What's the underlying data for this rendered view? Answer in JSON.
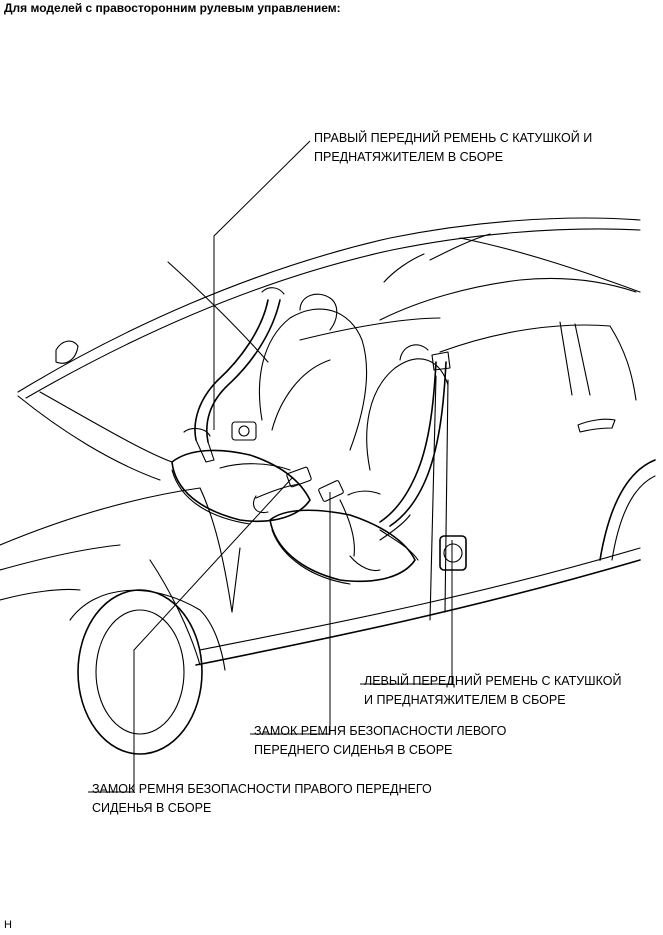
{
  "heading": "Для моделей с правосторонним рулевым управлением:",
  "callouts": {
    "rh_retractor": [
      "ПРАВЫЙ ПЕРЕДНИЙ РЕМЕНЬ С КАТУШКОЙ И",
      "ПРЕДНАТЯЖИТЕЛЕМ В СБОРЕ"
    ],
    "lh_retractor": [
      "ЛЕВЫЙ ПЕРЕДНИЙ РЕМЕНЬ С КАТУШКОЙ",
      "И ПРЕДНАТЯЖИТЕЛЕМ В СБОРЕ"
    ],
    "lh_buckle": [
      "ЗАМОК РЕМНЯ БЕЗОПАСНОСТИ ЛЕВОГО",
      "ПЕРЕДНЕГО СИДЕНЬЯ В СБОРЕ"
    ],
    "rh_buckle": [
      "ЗАМОК РЕМНЯ БЕЗОПАСНОСТИ ПРАВОГО ПЕРЕДНЕГО",
      "СИДЕНЬЯ В СБОРЕ"
    ]
  },
  "image_code": "H"
}
